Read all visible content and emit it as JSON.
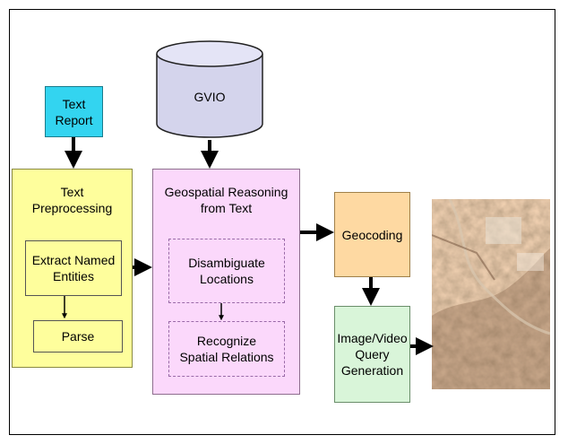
{
  "nodes": {
    "text_report": "Text\nReport",
    "gvio": "GVIO",
    "text_preprocessing": "Text\nPreprocessing",
    "extract_named_entities": "Extract Named\nEntities",
    "parse": "Parse",
    "geospatial_reasoning": "Geospatial Reasoning\nfrom Text",
    "disambiguate_locations": "Disambiguate\nLocations",
    "recognize_spatial_relations": "Recognize\nSpatial Relations",
    "geocoding": "Geocoding",
    "query_generation": "Image/Video\nQuery\nGeneration"
  },
  "colors": {
    "text_report": "#33d4f0",
    "gvio": "#d4d4ec",
    "text_preprocessing": "#fefe9c",
    "geospatial_reasoning": "#fbd8fb",
    "geocoding": "#fed9a2",
    "query_generation": "#d9f5d9"
  },
  "satellite_image": "aerial-terrain-image"
}
